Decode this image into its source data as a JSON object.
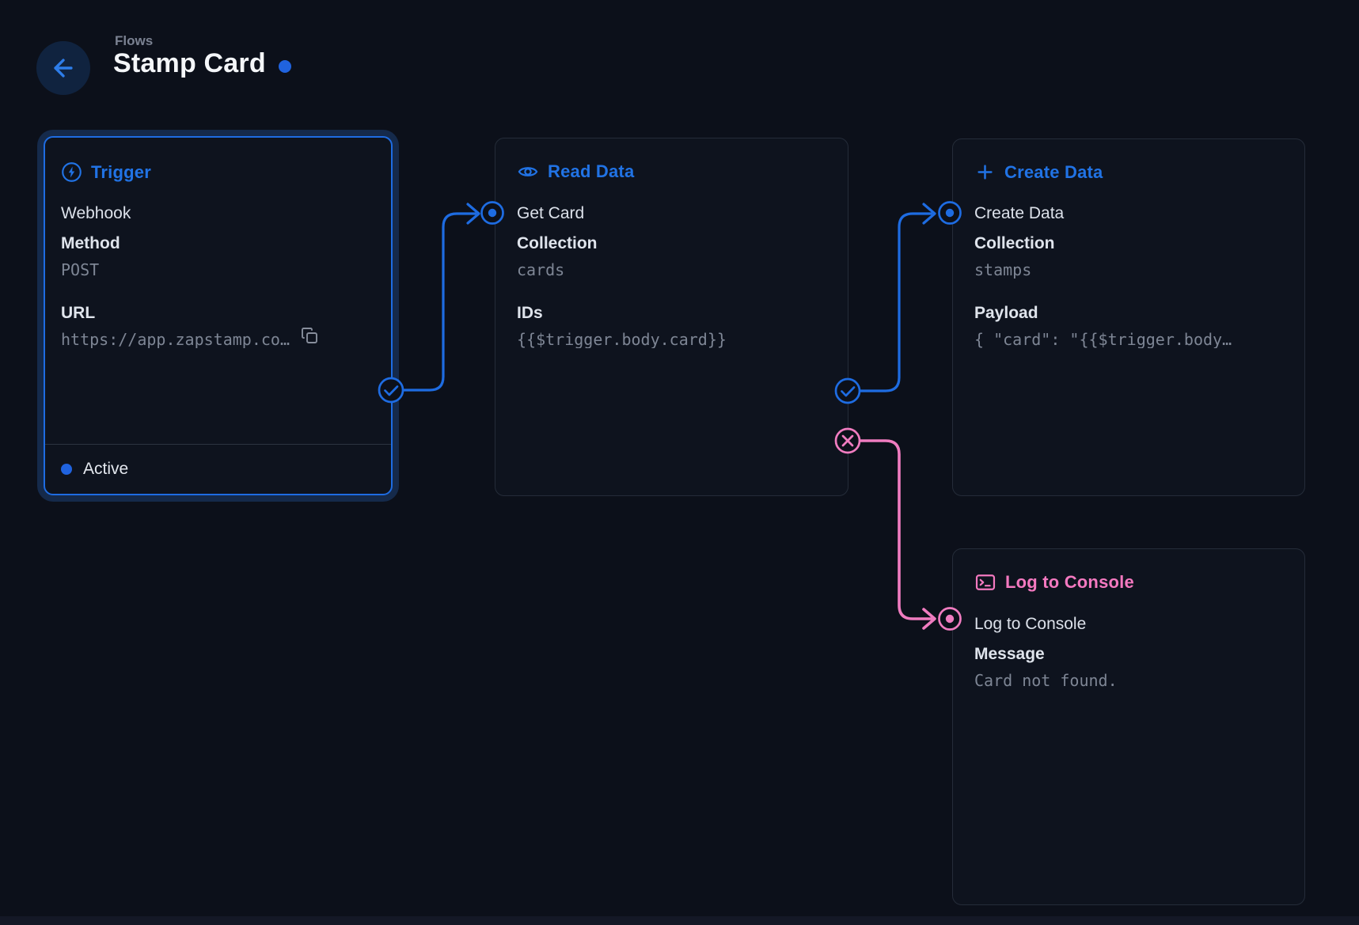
{
  "header": {
    "breadcrumb": "Flows",
    "title": "Stamp Card"
  },
  "colors": {
    "accent_blue": "#2173e5",
    "accent_pink": "#f479c0",
    "canvas_bg": "#0c101a",
    "active_dot": "#2063df"
  },
  "trigger_node": {
    "title": "Trigger",
    "type_name": "Webhook",
    "fields": [
      {
        "label": "Method",
        "value": "POST"
      },
      {
        "label": "URL",
        "value": "https://app.zapstamp.co…"
      }
    ],
    "status": "Active"
  },
  "read_node": {
    "title": "Read Data",
    "name": "Get Card",
    "fields": [
      {
        "label": "Collection",
        "value": "cards"
      },
      {
        "label": "IDs",
        "value": "{{$trigger.body.card}}"
      }
    ]
  },
  "create_node": {
    "title": "Create Data",
    "name": "Create Data",
    "fields": [
      {
        "label": "Collection",
        "value": "stamps"
      },
      {
        "label": "Payload",
        "value": "{ \"card\": \"{{$trigger.body…"
      }
    ]
  },
  "log_node": {
    "title": "Log to Console",
    "name": "Log to Console",
    "fields": [
      {
        "label": "Message",
        "value": "Card not found."
      }
    ]
  }
}
